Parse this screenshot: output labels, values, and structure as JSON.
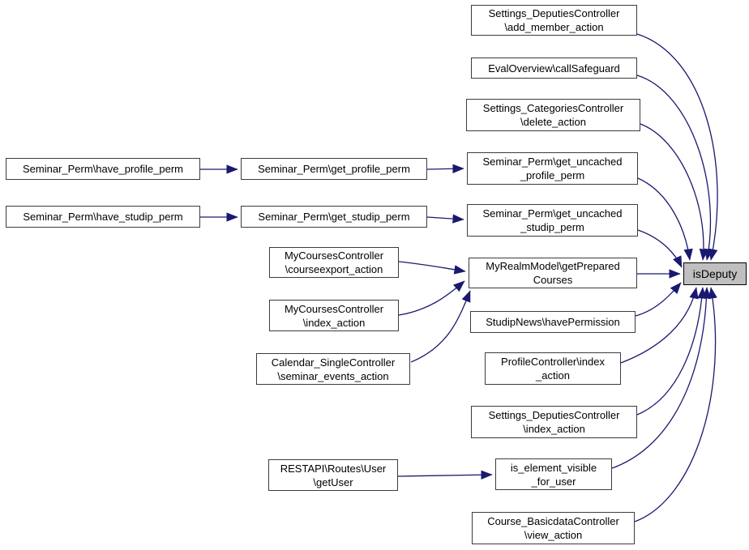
{
  "diagram": {
    "type": "call-graph",
    "focus": "isDeputy",
    "nodes": {
      "add_member_action": {
        "label": "Settings_DeputiesController\n\\add_member_action"
      },
      "call_safeguard": {
        "label": "EvalOverview\\callSafeguard"
      },
      "delete_action": {
        "label": "Settings_CategoriesController\n\\delete_action"
      },
      "have_profile_perm": {
        "label": "Seminar_Perm\\have_profile_perm"
      },
      "get_profile_perm": {
        "label": "Seminar_Perm\\get_profile_perm"
      },
      "get_uncached_profile_perm": {
        "label": "Seminar_Perm\\get_uncached\n_profile_perm"
      },
      "have_studip_perm": {
        "label": "Seminar_Perm\\have_studip_perm"
      },
      "get_studip_perm": {
        "label": "Seminar_Perm\\get_studip_perm"
      },
      "get_uncached_studip_perm": {
        "label": "Seminar_Perm\\get_uncached\n_studip_perm"
      },
      "courseexport_action": {
        "label": "MyCoursesController\n\\courseexport_action"
      },
      "get_prepared_courses": {
        "label": "MyRealmModel\\getPrepared\nCourses"
      },
      "is_deputy": {
        "label": "isDeputy"
      },
      "mycourses_index_action": {
        "label": "MyCoursesController\n\\index_action"
      },
      "have_permission": {
        "label": "StudipNews\\havePermission"
      },
      "seminar_events_action": {
        "label": "Calendar_SingleController\n\\seminar_events_action"
      },
      "profile_index_action": {
        "label": "ProfileController\\index\n_action"
      },
      "deputies_index_action": {
        "label": "Settings_DeputiesController\n\\index_action"
      },
      "get_user": {
        "label": "RESTAPI\\Routes\\User\n\\getUser"
      },
      "is_element_visible_for_user": {
        "label": "is_element_visible\n_for_user"
      },
      "view_action": {
        "label": "Course_BasicdataController\n\\view_action"
      }
    },
    "edges": [
      {
        "from": "have_profile_perm",
        "to": "get_profile_perm"
      },
      {
        "from": "get_profile_perm",
        "to": "get_uncached_profile_perm"
      },
      {
        "from": "get_uncached_profile_perm",
        "to": "is_deputy"
      },
      {
        "from": "have_studip_perm",
        "to": "get_studip_perm"
      },
      {
        "from": "get_studip_perm",
        "to": "get_uncached_studip_perm"
      },
      {
        "from": "get_uncached_studip_perm",
        "to": "is_deputy"
      },
      {
        "from": "add_member_action",
        "to": "is_deputy"
      },
      {
        "from": "call_safeguard",
        "to": "is_deputy"
      },
      {
        "from": "delete_action",
        "to": "is_deputy"
      },
      {
        "from": "courseexport_action",
        "to": "get_prepared_courses"
      },
      {
        "from": "mycourses_index_action",
        "to": "get_prepared_courses"
      },
      {
        "from": "seminar_events_action",
        "to": "get_prepared_courses"
      },
      {
        "from": "get_prepared_courses",
        "to": "is_deputy"
      },
      {
        "from": "have_permission",
        "to": "is_deputy"
      },
      {
        "from": "profile_index_action",
        "to": "is_deputy"
      },
      {
        "from": "deputies_index_action",
        "to": "is_deputy"
      },
      {
        "from": "get_user",
        "to": "is_element_visible_for_user"
      },
      {
        "from": "is_element_visible_for_user",
        "to": "is_deputy"
      },
      {
        "from": "view_action",
        "to": "is_deputy"
      }
    ]
  },
  "colors": {
    "edge": "#191970",
    "node_border": "#3c3c3c",
    "node_fill": "#ffffff",
    "focus_fill": "#bfbfbf",
    "focus_border": "#000000",
    "text": "#000000",
    "background": "#ffffff"
  }
}
